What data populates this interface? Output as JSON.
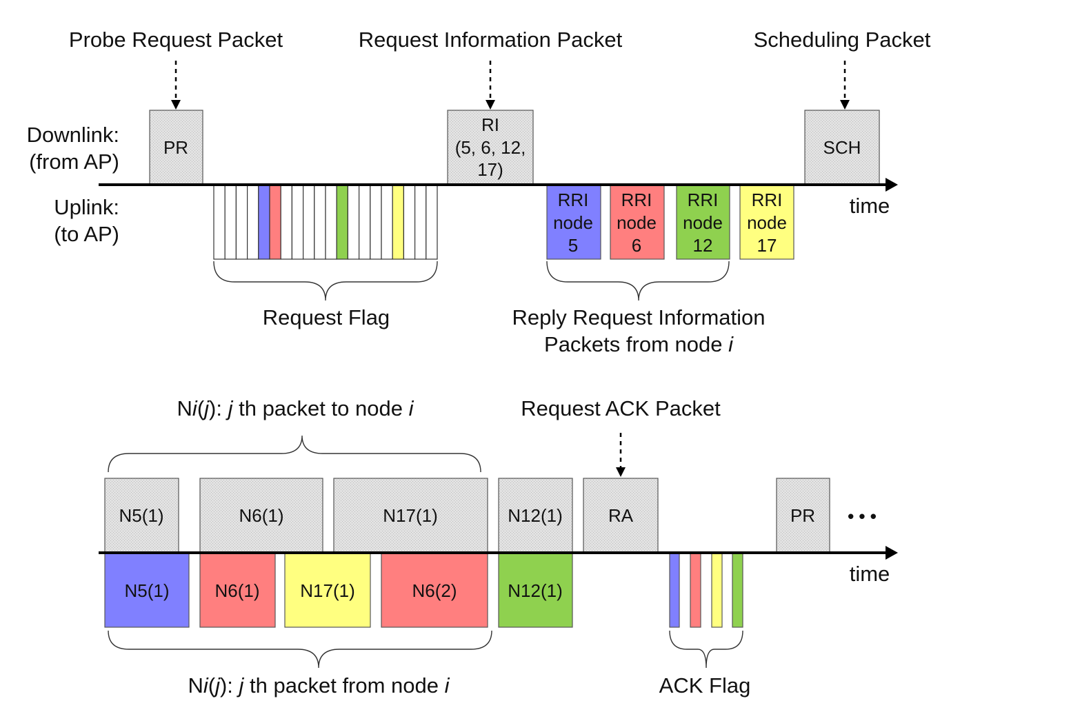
{
  "colors": {
    "blue": "#8080ff",
    "red": "#ff7f7f",
    "green": "#8fd14f",
    "yellow": "#ffff80",
    "gray": "#dedede",
    "axis": "#000000"
  },
  "top": {
    "labels": {
      "probe_request": "Probe Request Packet",
      "request_information": "Request Information Packet",
      "scheduling": "Scheduling Packet",
      "downlink_1": "Downlink:",
      "downlink_2": "(from AP)",
      "uplink_1": "Uplink:",
      "uplink_2": "(to AP)",
      "time": "time",
      "request_flag": "Request Flag",
      "reply_1": "Reply Request Information",
      "reply_2_prefix": "Packets from node ",
      "reply_2_var": "i"
    },
    "downlink_packets": [
      {
        "id": "pr",
        "lines": [
          "PR"
        ]
      },
      {
        "id": "ri",
        "lines": [
          "RI",
          "(5, 6, 12,",
          "17)"
        ]
      },
      {
        "id": "sch",
        "lines": [
          "SCH"
        ]
      }
    ],
    "uplink_packets": [
      {
        "id": "rri-5",
        "lines": [
          "RRI",
          "node",
          "5"
        ],
        "color": "blue"
      },
      {
        "id": "rri-6",
        "lines": [
          "RRI",
          "node",
          "6"
        ],
        "color": "red"
      },
      {
        "id": "rri-12",
        "lines": [
          "RRI",
          "node",
          "12"
        ],
        "color": "green"
      },
      {
        "id": "rri-17",
        "lines": [
          "RRI",
          "node",
          "17"
        ],
        "color": "yellow"
      }
    ],
    "request_flag_slots": [
      "white",
      "white",
      "white",
      "white",
      "blue",
      "red",
      "white",
      "white",
      "white",
      "white",
      "white",
      "green",
      "white",
      "white",
      "white",
      "white",
      "yellow",
      "white",
      "white",
      "white"
    ]
  },
  "bottom": {
    "labels": {
      "top_brace": {
        "a": "N",
        "b": "i",
        "c": "(",
        "d": "j",
        "e": "): ",
        "f": "j",
        "g": " th packet to node ",
        "h": "i"
      },
      "request_ack": "Request ACK Packet",
      "time": "time",
      "dots": "• • •",
      "bottom_brace": {
        "a": "N",
        "b": "i",
        "c": "(",
        "d": "j",
        "e": "): ",
        "f": "j",
        "g": " th packet from node ",
        "h": "i"
      },
      "ack_flag": "ACK Flag"
    },
    "downlink_packets": [
      {
        "id": "dn-n5-1",
        "label": "N5(1)"
      },
      {
        "id": "dn-n6-1",
        "label": "N6(1)"
      },
      {
        "id": "dn-n17-1",
        "label": "N17(1)"
      },
      {
        "id": "dn-n12-1",
        "label": "N12(1)"
      },
      {
        "id": "dn-ra",
        "label": "RA"
      },
      {
        "id": "dn-pr",
        "label": "PR"
      }
    ],
    "uplink_packets": [
      {
        "id": "up-n5-1",
        "label": "N5(1)",
        "color": "blue"
      },
      {
        "id": "up-n6-1",
        "label": "N6(1)",
        "color": "red"
      },
      {
        "id": "up-n17-1",
        "label": "N17(1)",
        "color": "yellow"
      },
      {
        "id": "up-n6-2",
        "label": "N6(2)",
        "color": "red"
      },
      {
        "id": "up-n12-1",
        "label": "N12(1)",
        "color": "green"
      }
    ],
    "ack_flags": [
      "blue",
      "red",
      "yellow",
      "green"
    ]
  }
}
